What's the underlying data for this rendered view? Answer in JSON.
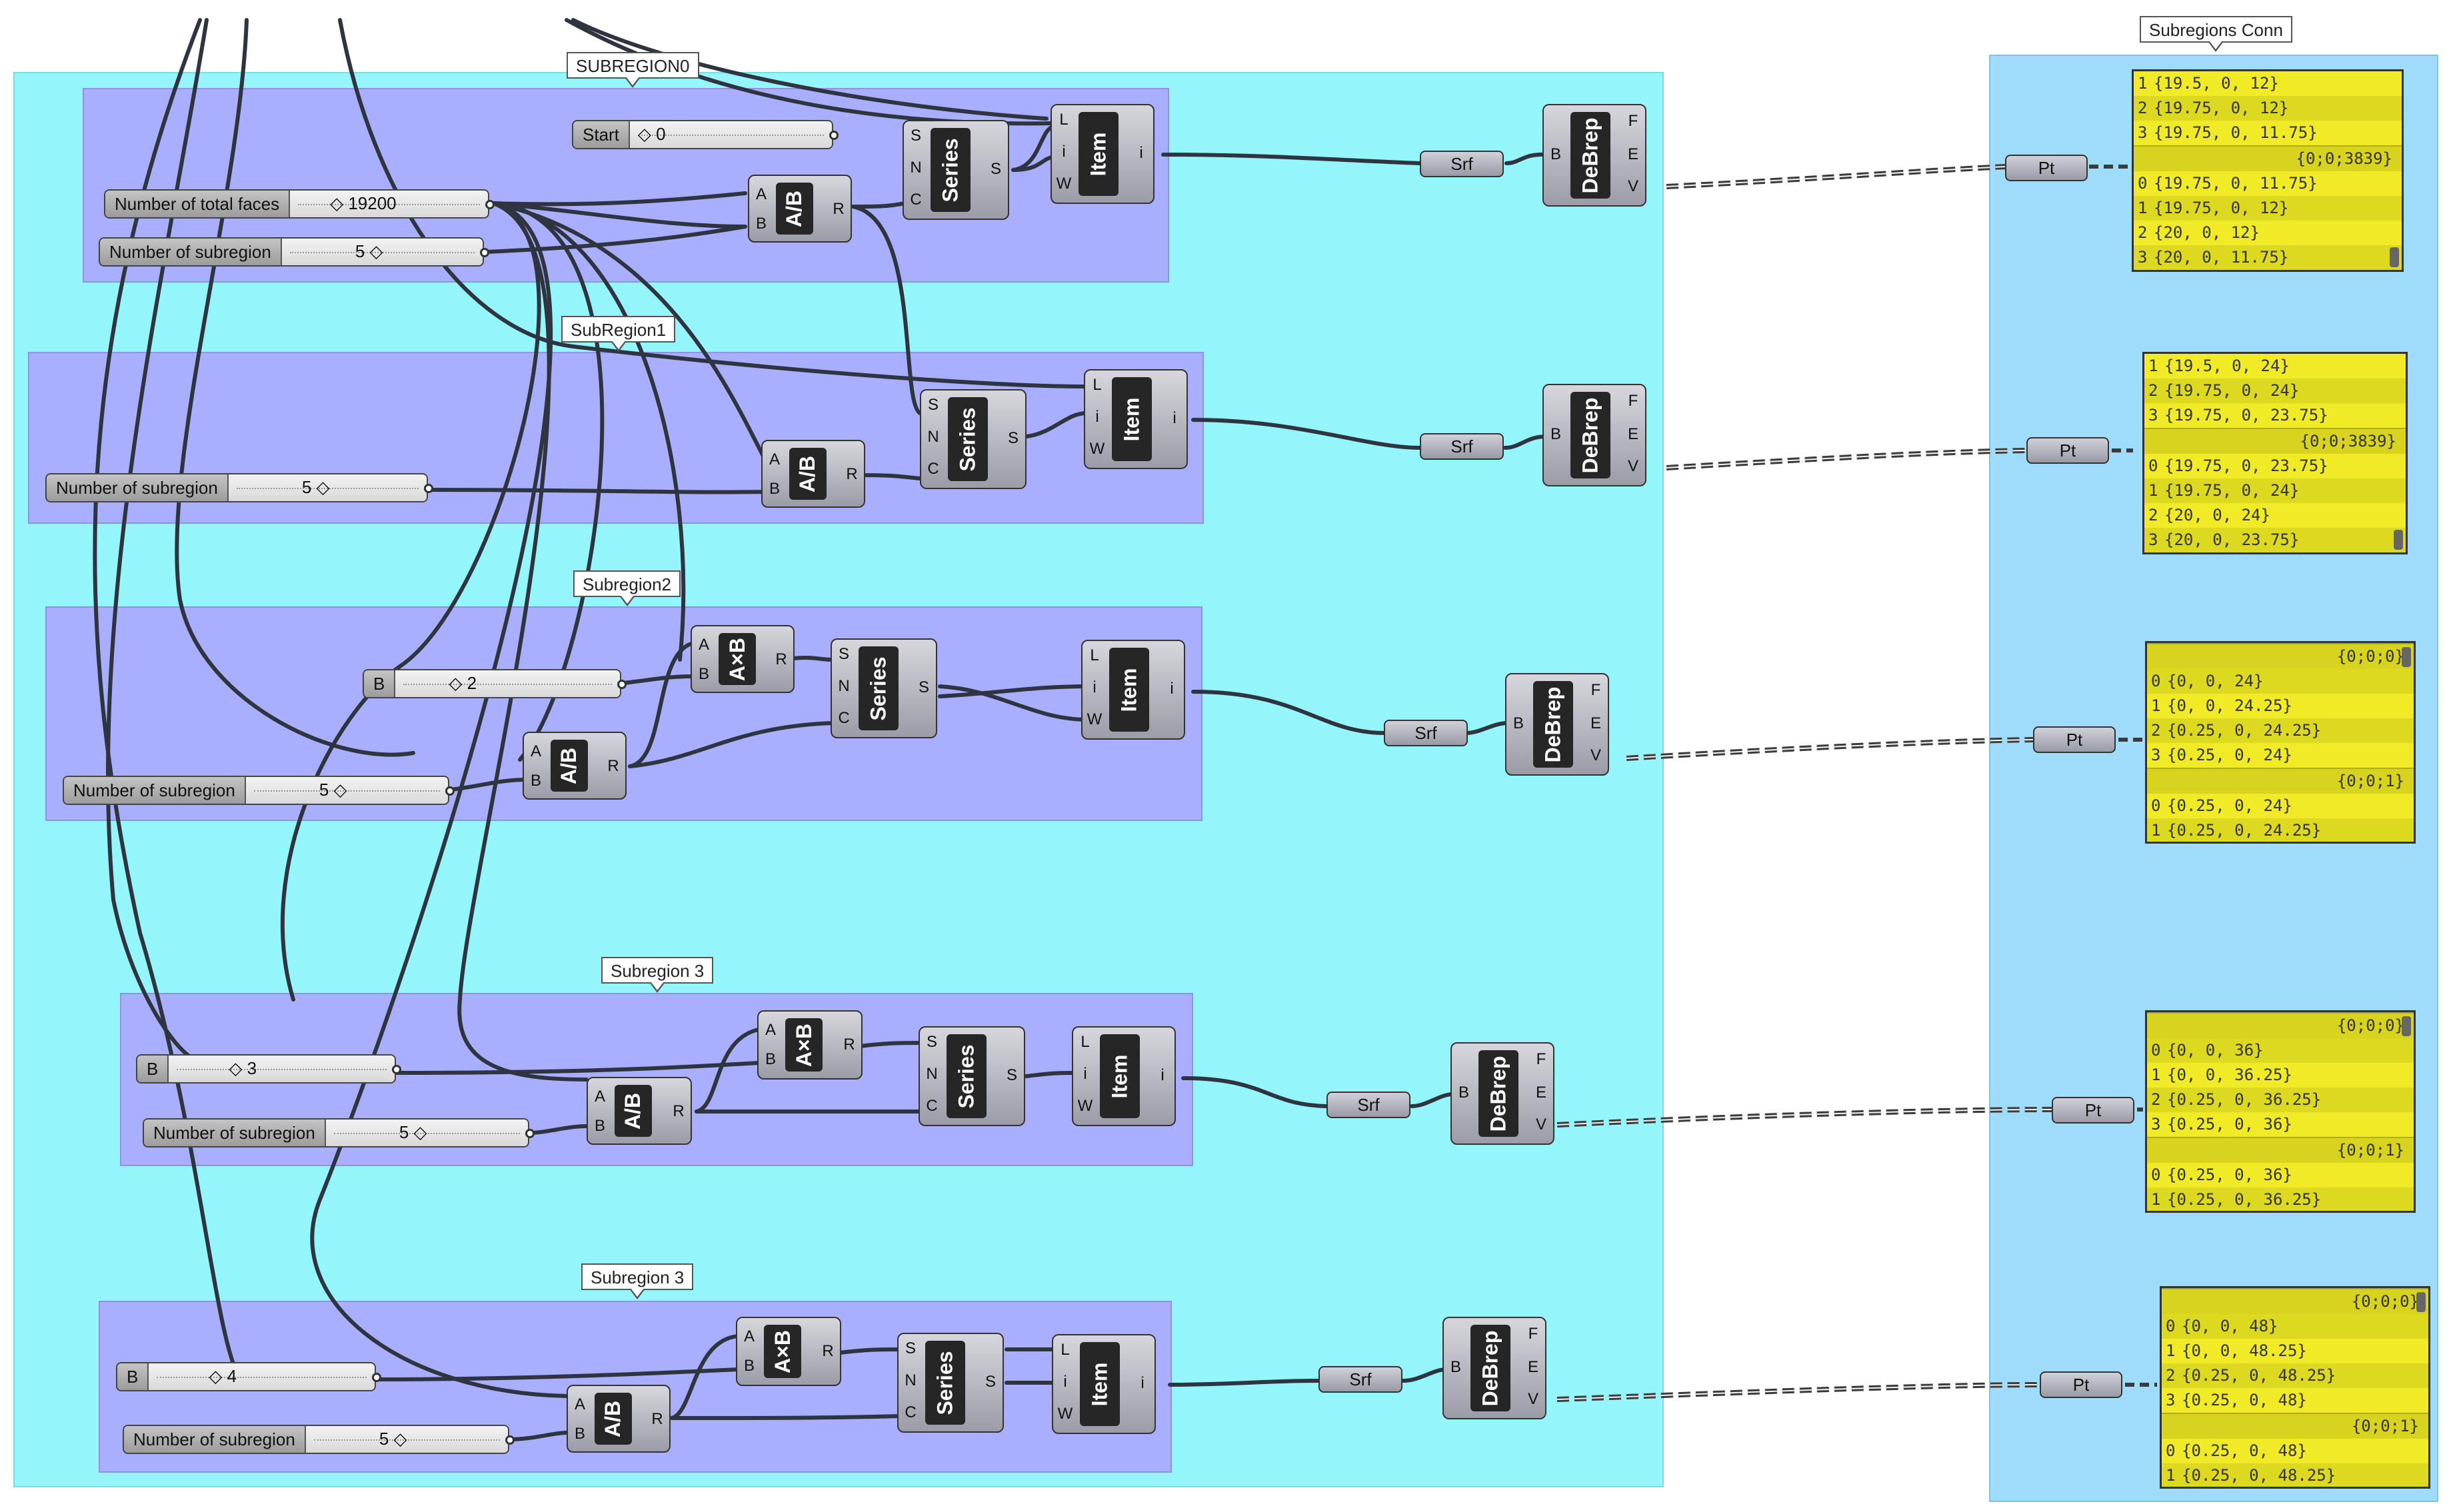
{
  "groups": {
    "main": {
      "color": "#94f5fb"
    },
    "sub": {
      "color": "#a9aefd"
    },
    "right": {
      "color": "#9fdcfc"
    },
    "labels": [
      "SUBREGION0",
      "SubRegion1",
      "Subregion2",
      "Subregion 3",
      "Subregion 3"
    ],
    "right_label": "Subregions Conn"
  },
  "sliders": {
    "start": {
      "label": "Start",
      "value": "◇ 0"
    },
    "total_faces": {
      "label": "Number of total faces",
      "value": "◇ 19200"
    },
    "subregion_label": "Number of subregion",
    "subregion_value": "5 ◇",
    "b_label": "B",
    "b2": "◇ 2",
    "b3": "◇ 3",
    "b4": "◇ 4"
  },
  "components": {
    "series": "Series",
    "item": "Item",
    "div": "A/B",
    "mul": "A×B",
    "debrep": "DeBrep",
    "srf": "Srf",
    "pt": "Pt",
    "pins": {
      "s": "S",
      "n": "N",
      "c": "C",
      "l": "L",
      "i": "i",
      "w": "W",
      "a": "A",
      "b": "B",
      "r": "R",
      "f": "F",
      "e": "E",
      "v": "V"
    }
  },
  "panels": [
    {
      "rows": [
        {
          "i": "1",
          "t": "{19.5, 0, 12}"
        },
        {
          "i": "2",
          "t": "{19.75, 0, 12}"
        },
        {
          "i": "3",
          "t": "{19.75, 0, 11.75}"
        },
        {
          "path": "{0;0;3839}"
        },
        {
          "i": "0",
          "t": "{19.75, 0, 11.75}"
        },
        {
          "i": "1",
          "t": "{19.75, 0, 12}"
        },
        {
          "i": "2",
          "t": "{20, 0, 12}"
        },
        {
          "i": "3",
          "t": "{20, 0, 11.75}"
        }
      ]
    },
    {
      "rows": [
        {
          "i": "1",
          "t": "{19.5, 0, 24}"
        },
        {
          "i": "2",
          "t": "{19.75, 0, 24}"
        },
        {
          "i": "3",
          "t": "{19.75, 0, 23.75}"
        },
        {
          "path": "{0;0;3839}"
        },
        {
          "i": "0",
          "t": "{19.75, 0, 23.75}"
        },
        {
          "i": "1",
          "t": "{19.75, 0, 24}"
        },
        {
          "i": "2",
          "t": "{20, 0, 24}"
        },
        {
          "i": "3",
          "t": "{20, 0, 23.75}"
        }
      ]
    },
    {
      "rows": [
        {
          "path": "{0;0;0}"
        },
        {
          "i": "0",
          "t": "{0, 0, 24}"
        },
        {
          "i": "1",
          "t": "{0, 0, 24.25}"
        },
        {
          "i": "2",
          "t": "{0.25, 0, 24.25}"
        },
        {
          "i": "3",
          "t": "{0.25, 0, 24}"
        },
        {
          "path": "{0;0;1}"
        },
        {
          "i": "0",
          "t": "{0.25, 0, 24}"
        },
        {
          "i": "1",
          "t": "{0.25, 0, 24.25}"
        }
      ]
    },
    {
      "rows": [
        {
          "path": "{0;0;0}"
        },
        {
          "i": "0",
          "t": "{0, 0, 36}"
        },
        {
          "i": "1",
          "t": "{0, 0, 36.25}"
        },
        {
          "i": "2",
          "t": "{0.25, 0, 36.25}"
        },
        {
          "i": "3",
          "t": "{0.25, 0, 36}"
        },
        {
          "path": "{0;0;1}"
        },
        {
          "i": "0",
          "t": "{0.25, 0, 36}"
        },
        {
          "i": "1",
          "t": "{0.25, 0, 36.25}"
        }
      ]
    },
    {
      "rows": [
        {
          "path": "{0;0;0}"
        },
        {
          "i": "0",
          "t": "{0, 0, 48}"
        },
        {
          "i": "1",
          "t": "{0, 0, 48.25}"
        },
        {
          "i": "2",
          "t": "{0.25, 0, 48.25}"
        },
        {
          "i": "3",
          "t": "{0.25, 0, 48}"
        },
        {
          "path": "{0;0;1}"
        },
        {
          "i": "0",
          "t": "{0.25, 0, 48}"
        },
        {
          "i": "1",
          "t": "{0.25, 0, 48.25}"
        }
      ]
    }
  ]
}
